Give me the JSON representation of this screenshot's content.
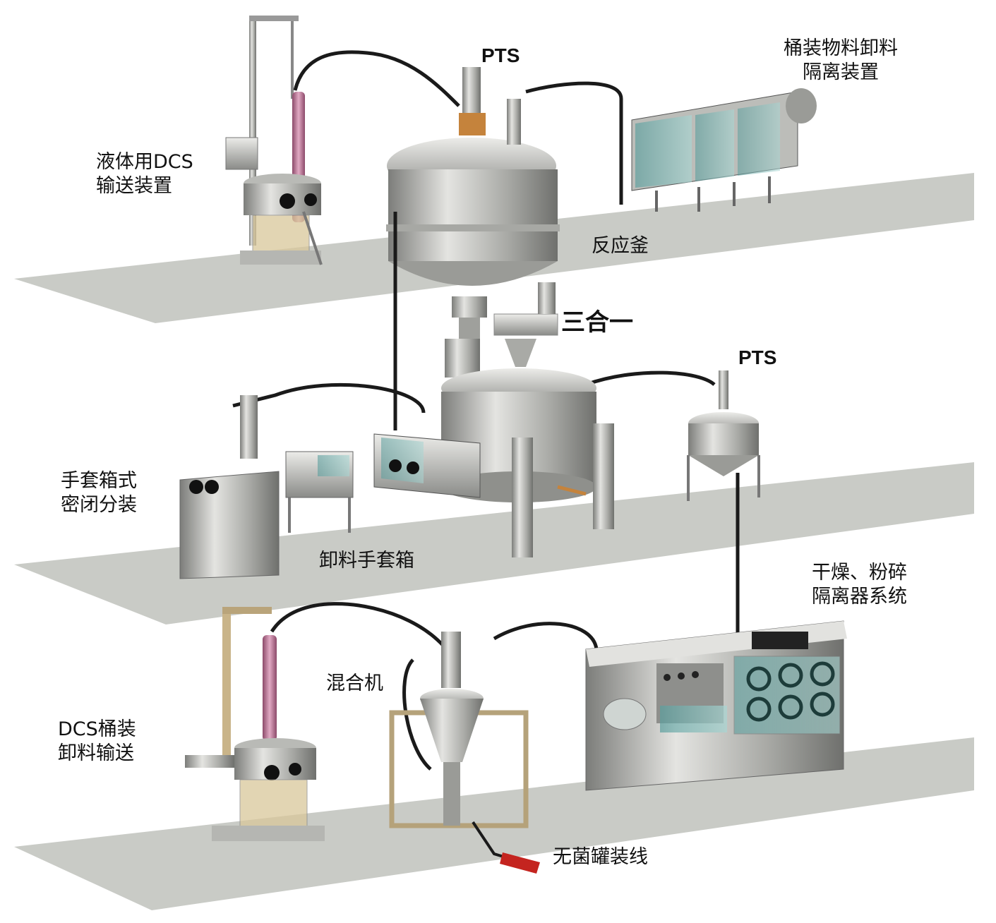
{
  "labels": {
    "pts_top": "PTS",
    "drum_unload_isolator": [
      "桶装物料卸料",
      "隔离装置"
    ],
    "liquid_dcs": [
      "液体用DCS",
      "输送装置"
    ],
    "reactor": "反应釜",
    "three_in_one": "三合一",
    "pts_mid": "PTS",
    "glovebox_pack": [
      "手套箱式",
      "密闭分装"
    ],
    "unload_glovebox": "卸料手套箱",
    "dry_mill": [
      "干燥、粉碎",
      "隔离器系统"
    ],
    "mixer": "混合机",
    "dcs_drum": [
      "DCS桶装",
      "卸料输送"
    ],
    "sterile_line": "无菌罐装线"
  },
  "colors": {
    "floor": "#c9cbc6",
    "steel_light": "#d9d9d6",
    "steel_dark": "#8e8f8c",
    "pipe": "#1a1a1a",
    "accent_pink": "#b06a8c",
    "accent_orange": "#c5833c",
    "glass": "#6fb5b5",
    "red_nozzle": "#c4241f"
  }
}
